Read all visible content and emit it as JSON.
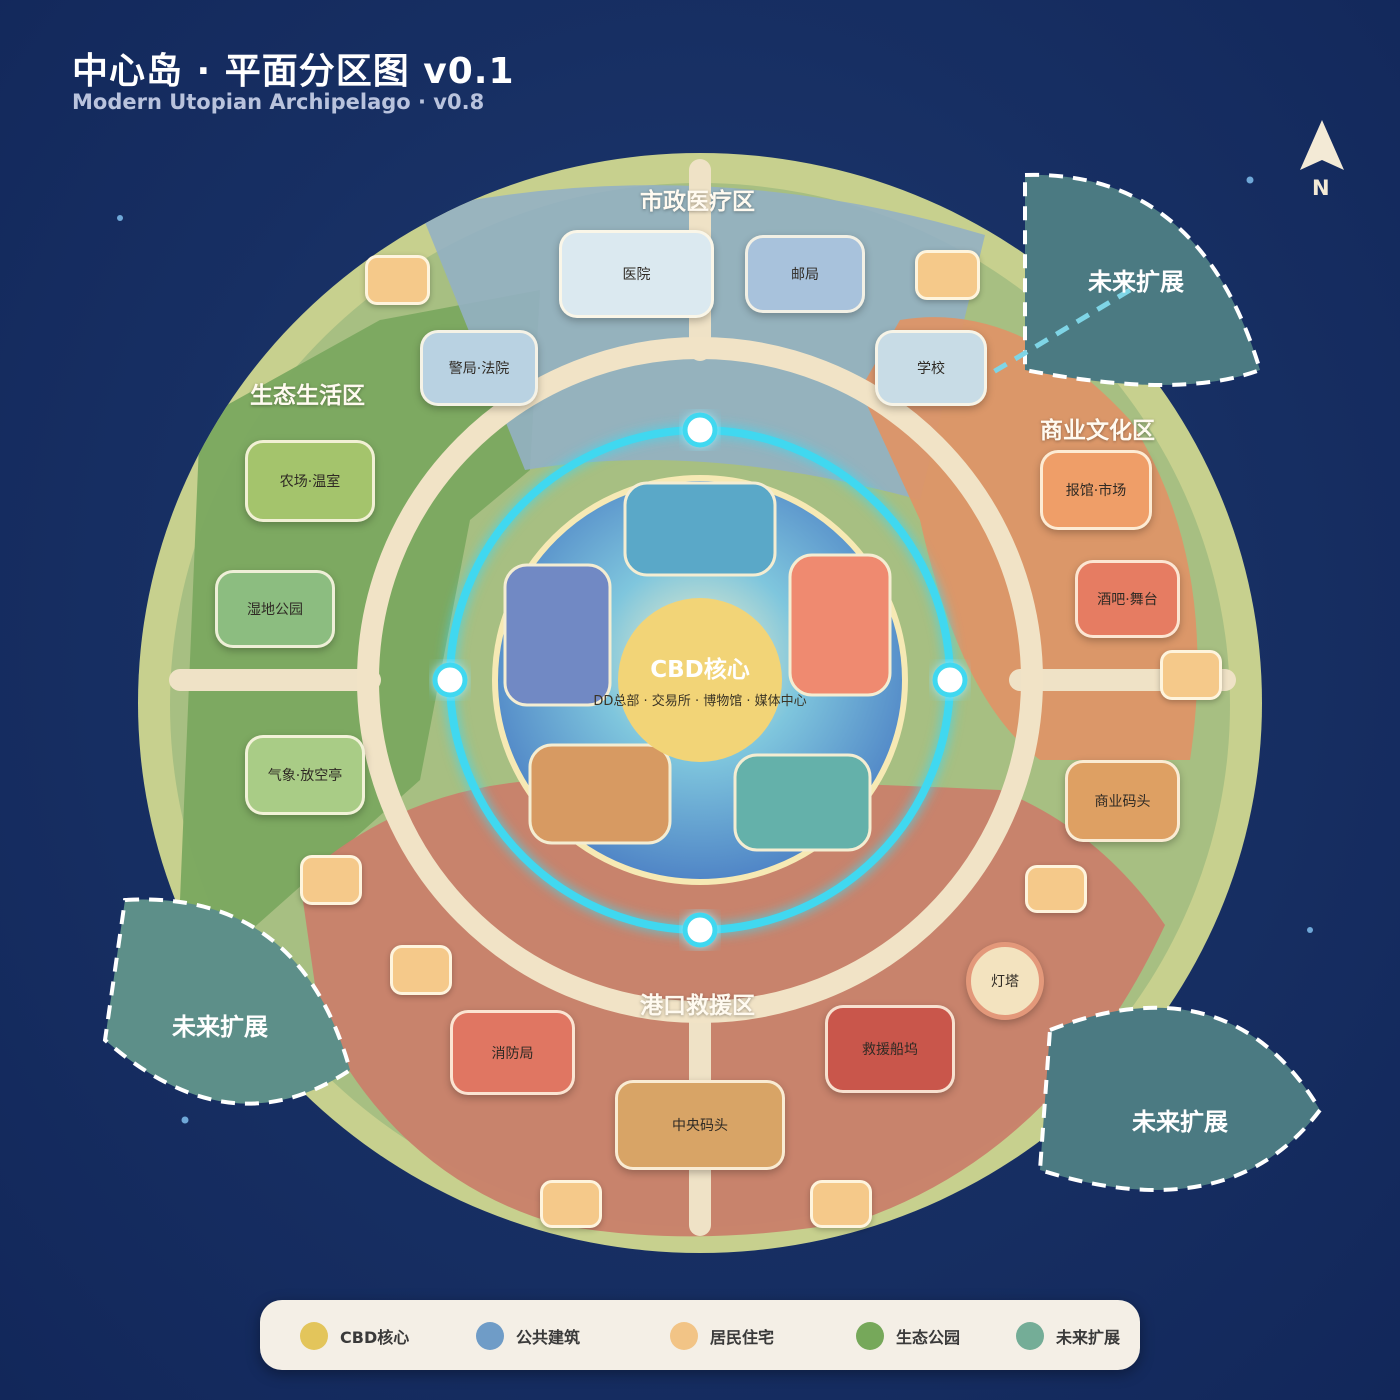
{
  "header": {
    "title": "中心岛 · 平面分区图 v0.1",
    "subtitle": "Modern Utopian Archipelago · v0.8"
  },
  "compass": {
    "label": "N",
    "icon": "north-arrow-icon"
  },
  "zones": {
    "civic": "市政医疗区",
    "eco": "生态生活区",
    "commerce": "商业文化区",
    "harbor": "港口救援区"
  },
  "cbd": {
    "title": "CBD核心",
    "subtitle": "DD总部 · 交易所 · 博物馆 · 媒体中心"
  },
  "buildings": {
    "hospital": "医院",
    "post_office": "邮局",
    "police_court": "警局·法院",
    "school": "学校",
    "farm": "农场·温室",
    "wetland": "湿地公园",
    "weather": "气象·放空亭",
    "newspaper": "报馆·市场",
    "bar": "酒吧·舞台",
    "commercial_dock": "商业码头",
    "fire": "消防局",
    "central_dock": "中央码头",
    "rescue_dock": "救援船坞",
    "lighthouse": "灯塔"
  },
  "future": {
    "northeast": "未来扩展",
    "southwest": "未来扩展",
    "southeast": "未来扩展"
  },
  "colors": {
    "cbd": "#e7c45c",
    "public": "#6f9cc7",
    "residential": "#f0c387",
    "park": "#76a85e",
    "future": "#6fa58f",
    "ring_glow": "#40d9f2"
  },
  "legend": [
    {
      "label": "CBD核心",
      "color": "#e3c55b"
    },
    {
      "label": "公共建筑",
      "color": "#6f9cc7"
    },
    {
      "label": "居民住宅",
      "color": "#f2c486"
    },
    {
      "label": "生态公园",
      "color": "#76a85a"
    },
    {
      "label": "未来扩展",
      "color": "#74ad97"
    }
  ]
}
